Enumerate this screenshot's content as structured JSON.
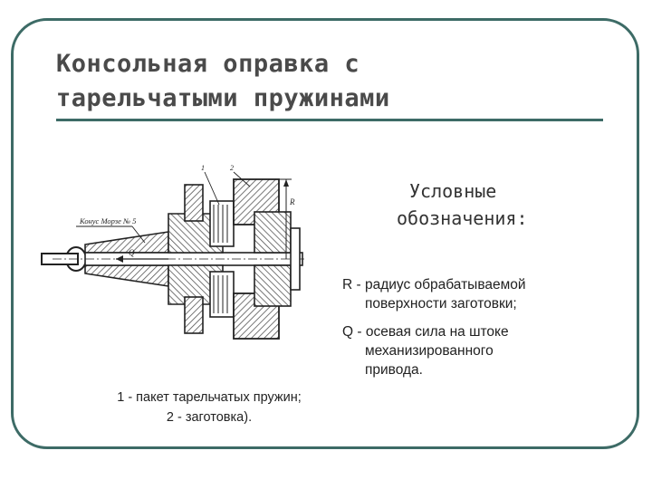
{
  "slide": {
    "title_line1": "Консольная оправка с",
    "title_line2": "тарельчатыми пружинами",
    "legend_heading_line1": "Условные",
    "legend_heading_line2": "обозначения:",
    "legend_items": [
      {
        "lines": [
          "R - радиус обрабатываемой",
          "поверхности заготовки;"
        ]
      },
      {
        "lines": [
          "Q - осевая сила на штоке",
          "механизированного",
          "привода."
        ]
      }
    ],
    "caption_line1": "1 - пакет тарельчатых пружин;",
    "caption_line2": "2 - заготовка).",
    "drawing_labels": {
      "taper_label": "Конус Морзе № 5",
      "force_label": "Q",
      "radius_label": "R",
      "callout_1": "1",
      "callout_2": "2"
    },
    "colors": {
      "frame": "#3d6b66",
      "title": "#4a4a4a",
      "hatch": "#555555"
    }
  }
}
